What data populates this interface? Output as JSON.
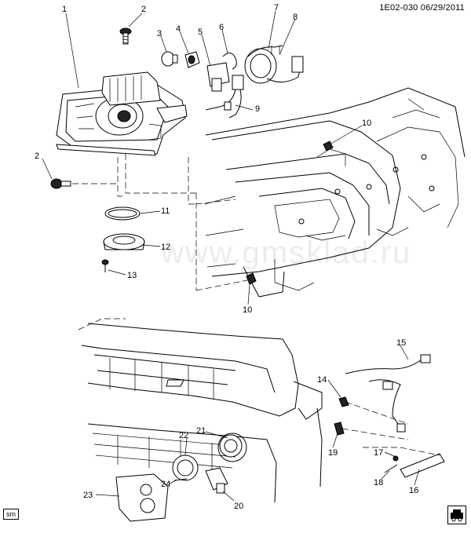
{
  "header": {
    "code": "1E02-030  06/29/2011"
  },
  "watermark": "www.gmsklad.ru",
  "badge": "sm",
  "callouts": [
    {
      "id": "c1",
      "text": "1"
    },
    {
      "id": "c2a",
      "text": "2"
    },
    {
      "id": "c2b",
      "text": "2"
    },
    {
      "id": "c3",
      "text": "3"
    },
    {
      "id": "c4",
      "text": "4"
    },
    {
      "id": "c5",
      "text": "5"
    },
    {
      "id": "c6",
      "text": "6"
    },
    {
      "id": "c7",
      "text": "7"
    },
    {
      "id": "c8",
      "text": "8"
    },
    {
      "id": "c9",
      "text": "9"
    },
    {
      "id": "c10a",
      "text": "10"
    },
    {
      "id": "c10b",
      "text": "10"
    },
    {
      "id": "c11",
      "text": "11"
    },
    {
      "id": "c12",
      "text": "12"
    },
    {
      "id": "c13",
      "text": "13"
    },
    {
      "id": "c14",
      "text": "14"
    },
    {
      "id": "c15",
      "text": "15"
    },
    {
      "id": "c16",
      "text": "16"
    },
    {
      "id": "c17",
      "text": "17"
    },
    {
      "id": "c18",
      "text": "18"
    },
    {
      "id": "c19",
      "text": "19"
    },
    {
      "id": "c20",
      "text": "20"
    },
    {
      "id": "c21",
      "text": "21"
    },
    {
      "id": "c22",
      "text": "22"
    },
    {
      "id": "c23",
      "text": "23"
    },
    {
      "id": "c24",
      "text": "24"
    }
  ]
}
